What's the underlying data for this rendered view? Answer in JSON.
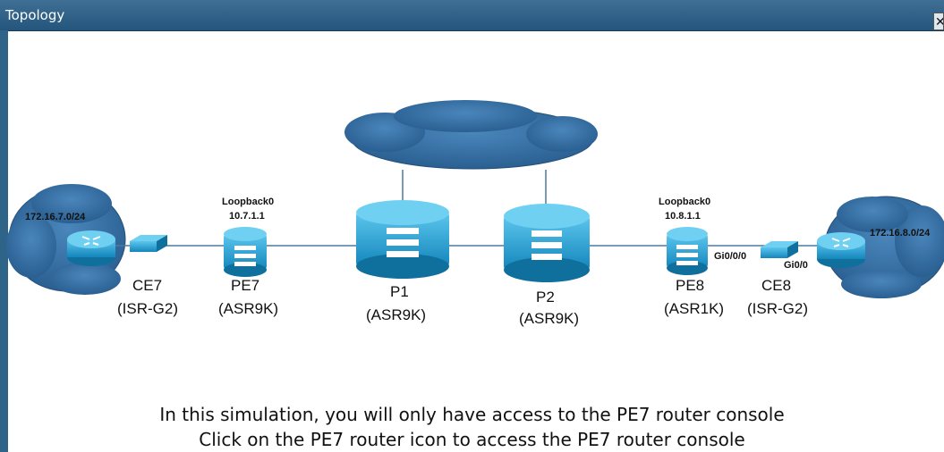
{
  "window": {
    "title": "Topology",
    "close_glyph": "✕"
  },
  "clouds": {
    "left_subnet": "172.16.7.0/24",
    "right_subnet": "172.16.8.0/24"
  },
  "devices": {
    "ce7": {
      "name": "CE7",
      "model": "(ISR-G2)"
    },
    "pe7": {
      "name": "PE7",
      "model": "(ASR9K)",
      "loopback_label": "Loopback0",
      "loopback_ip": "10.7.1.1"
    },
    "p1": {
      "name": "P1",
      "model": "(ASR9K)"
    },
    "p2": {
      "name": "P2",
      "model": "(ASR9K)"
    },
    "pe8": {
      "name": "PE8",
      "model": "(ASR1K)",
      "loopback_label": "Loopback0",
      "loopback_ip": "10.8.1.1",
      "interface": "Gi0/0/0"
    },
    "ce8": {
      "name": "CE8",
      "model": "(ISR-G2)",
      "interface": "Gi0/0"
    }
  },
  "caption": {
    "line1": "In this simulation, you will only have access to the PE7 router console",
    "line2": "Click on the PE7 router icon to access the PE7 router console"
  },
  "colors": {
    "titlebar": "#2b5d84",
    "device": "#1aa0d6",
    "cloud": "#2e6b9e"
  }
}
